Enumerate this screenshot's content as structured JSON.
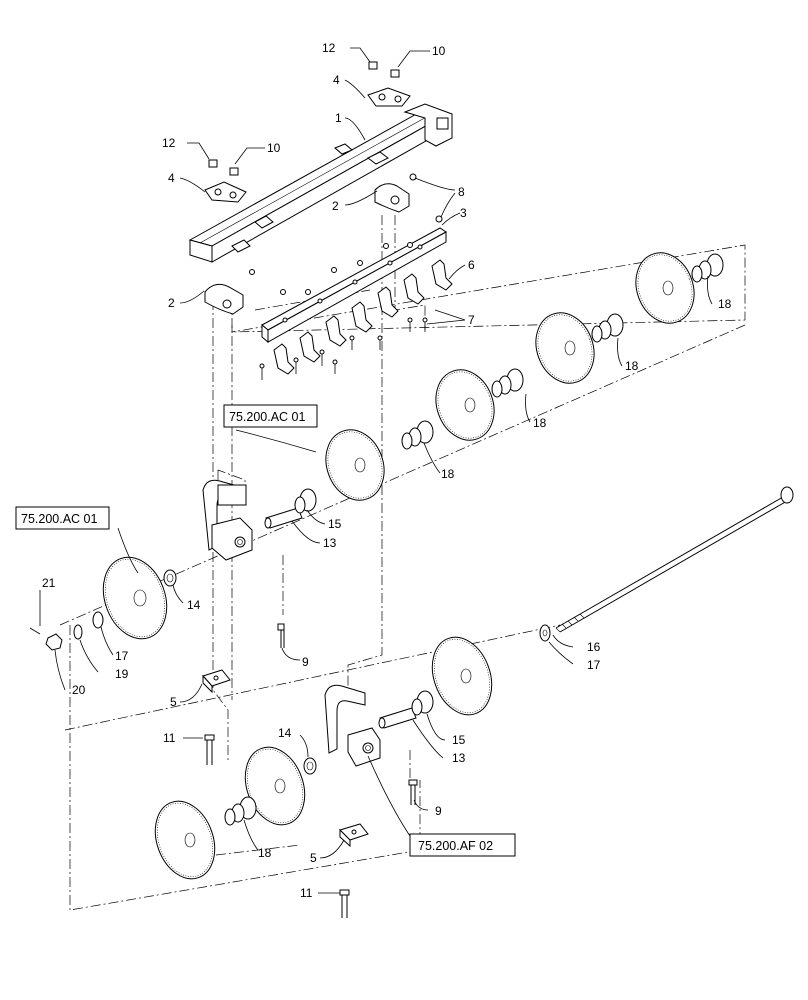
{
  "callouts": [
    {
      "id": "c12a",
      "text": "12"
    },
    {
      "id": "c10a",
      "text": "10"
    },
    {
      "id": "c4a",
      "text": "4"
    },
    {
      "id": "c1",
      "text": "1"
    },
    {
      "id": "c12b",
      "text": "12"
    },
    {
      "id": "c10b",
      "text": "10"
    },
    {
      "id": "c4b",
      "text": "4"
    },
    {
      "id": "c8",
      "text": "8"
    },
    {
      "id": "c2a",
      "text": "2"
    },
    {
      "id": "c3",
      "text": "3"
    },
    {
      "id": "c6",
      "text": "6"
    },
    {
      "id": "c2b",
      "text": "2"
    },
    {
      "id": "c7",
      "text": "7"
    },
    {
      "id": "c18a",
      "text": "18"
    },
    {
      "id": "c18b",
      "text": "18"
    },
    {
      "id": "c18c",
      "text": "18"
    },
    {
      "id": "c18d",
      "text": "18"
    },
    {
      "id": "c15a",
      "text": "15"
    },
    {
      "id": "c13a",
      "text": "13"
    },
    {
      "id": "c21",
      "text": "21"
    },
    {
      "id": "c14a",
      "text": "14"
    },
    {
      "id": "c17a",
      "text": "17"
    },
    {
      "id": "c19",
      "text": "19"
    },
    {
      "id": "c20",
      "text": "20"
    },
    {
      "id": "c9a",
      "text": "9"
    },
    {
      "id": "c16",
      "text": "16"
    },
    {
      "id": "c17b",
      "text": "17"
    },
    {
      "id": "c5a",
      "text": "5"
    },
    {
      "id": "c11a",
      "text": "11"
    },
    {
      "id": "c14b",
      "text": "14"
    },
    {
      "id": "c15b",
      "text": "15"
    },
    {
      "id": "c13b",
      "text": "13"
    },
    {
      "id": "c9b",
      "text": "9"
    },
    {
      "id": "c18e",
      "text": "18"
    },
    {
      "id": "c5b",
      "text": "5"
    },
    {
      "id": "c11b",
      "text": "11"
    }
  ],
  "references": [
    {
      "id": "ref1",
      "text": "75.200.AC 01"
    },
    {
      "id": "ref2",
      "text": "75.200.AC 01"
    },
    {
      "id": "ref3",
      "text": "75.200.AF 02"
    }
  ]
}
